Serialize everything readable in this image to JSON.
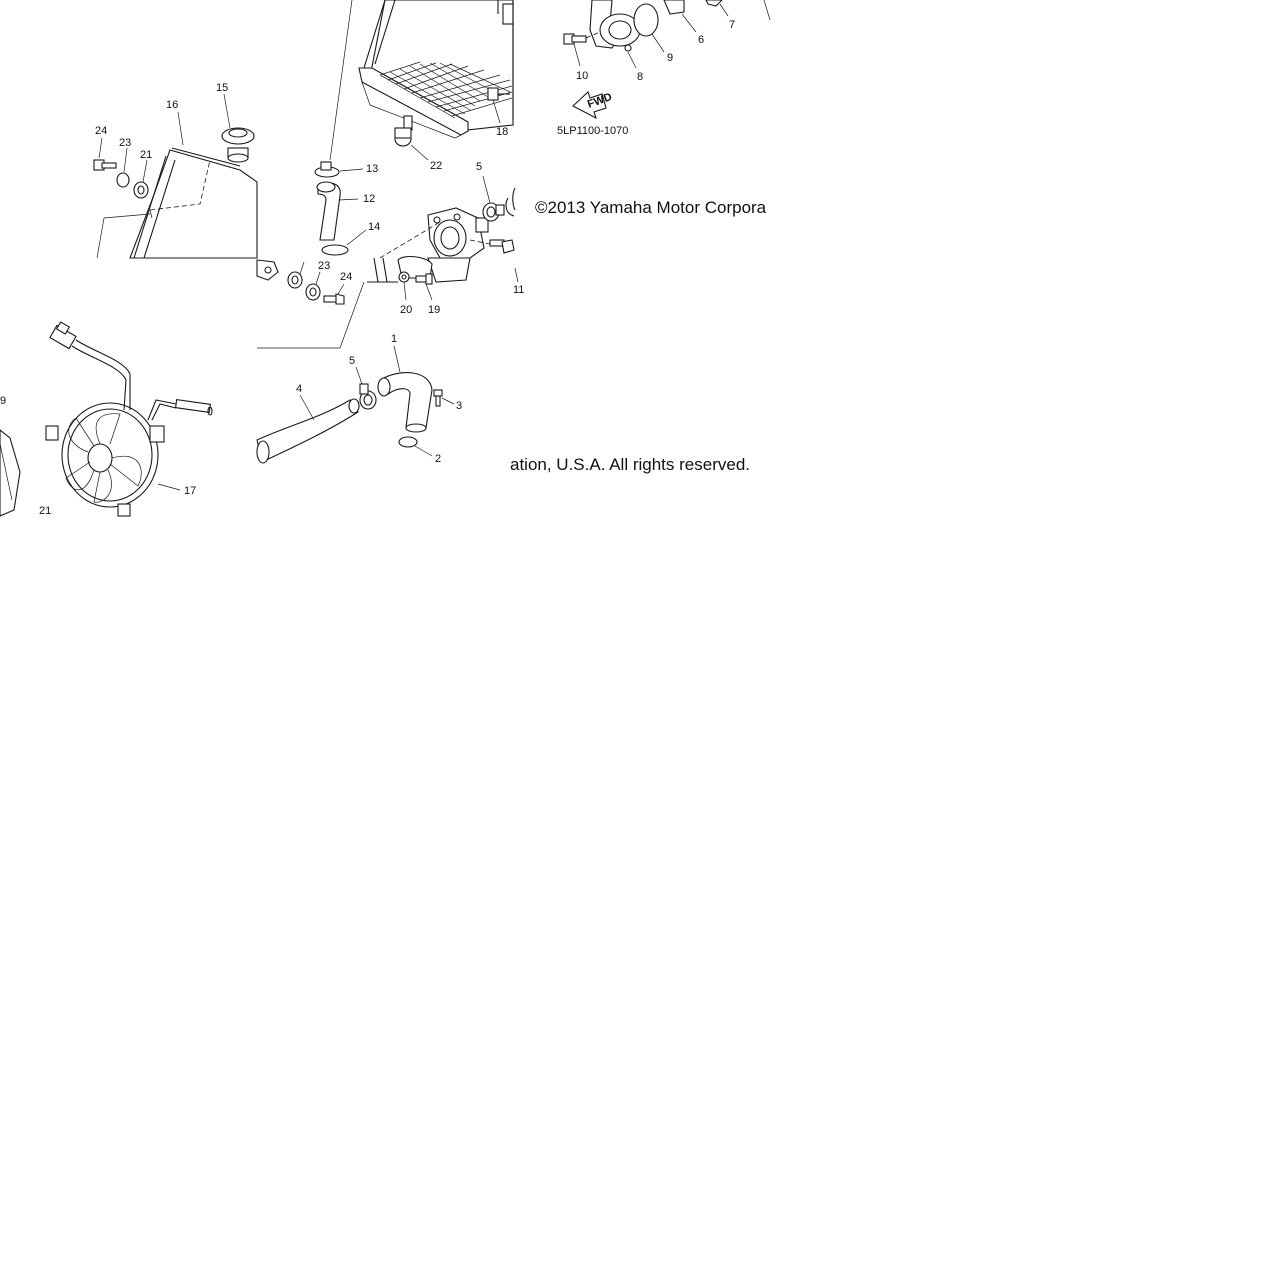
{
  "callouts": [
    {
      "id": "c1",
      "text": "1"
    },
    {
      "id": "c2",
      "text": "2"
    },
    {
      "id": "c3",
      "text": "3"
    },
    {
      "id": "c4",
      "text": "4"
    },
    {
      "id": "c5a",
      "text": "5"
    },
    {
      "id": "c5b",
      "text": "5"
    },
    {
      "id": "c6",
      "text": "6"
    },
    {
      "id": "c7",
      "text": "7"
    },
    {
      "id": "c8",
      "text": "8"
    },
    {
      "id": "c9",
      "text": "9"
    },
    {
      "id": "c10",
      "text": "10"
    },
    {
      "id": "c11",
      "text": "11"
    },
    {
      "id": "c12",
      "text": "12"
    },
    {
      "id": "c13",
      "text": "13"
    },
    {
      "id": "c14",
      "text": "14"
    },
    {
      "id": "c15",
      "text": "15"
    },
    {
      "id": "c16",
      "text": "16"
    },
    {
      "id": "c17",
      "text": "17"
    },
    {
      "id": "c18",
      "text": "18"
    },
    {
      "id": "c19",
      "text": "19"
    },
    {
      "id": "c20",
      "text": "20"
    },
    {
      "id": "c21a",
      "text": "21"
    },
    {
      "id": "c21b",
      "text": "21"
    },
    {
      "id": "c22",
      "text": "22"
    },
    {
      "id": "c23a",
      "text": "23"
    },
    {
      "id": "c23b",
      "text": "23"
    },
    {
      "id": "c24a",
      "text": "24"
    },
    {
      "id": "c24b",
      "text": "24"
    },
    {
      "id": "c9b",
      "text": "9"
    }
  ],
  "diagram_code": "5LP1100-1070",
  "fwd_arrow_label": "FWD",
  "copyright_part1": "©2013 Yamaha Motor Corpora",
  "copyright_part2": "ation, U.S.A. All rights reserved."
}
